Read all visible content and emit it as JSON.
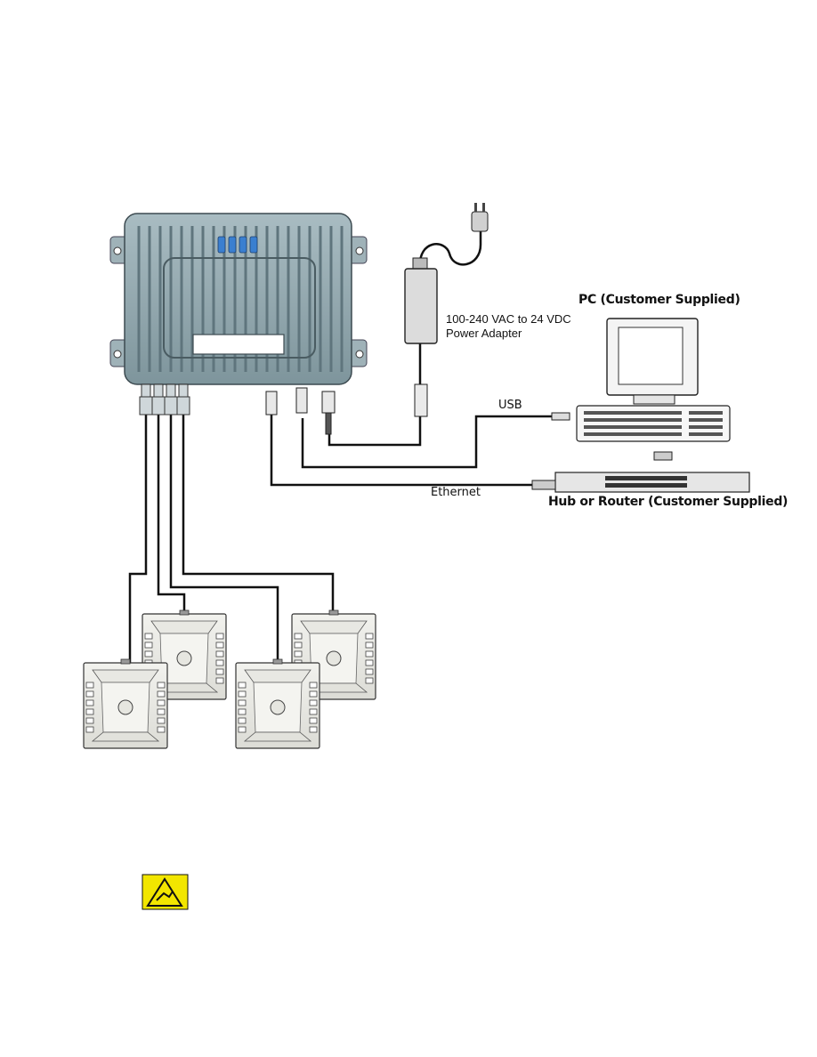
{
  "labels": {
    "power_adapter_line1": "100-240 VAC to 24 VDC",
    "power_adapter_line2": "Power Adapter",
    "pc": "PC (Customer Supplied)",
    "usb": "USB",
    "ethernet": "Ethernet",
    "hub_router": "Hub or Router (Customer Supplied)"
  },
  "colors": {
    "reader_body": "#8fa5ac",
    "reader_fins": "#6e858d",
    "status_leds": "#3a7fd0",
    "cable": "#111111",
    "warning_sign": "#f2e600"
  },
  "icons": {
    "reader": "rfid-reader-icon",
    "power_adapter": "power-adapter-icon",
    "plug": "ac-plug-icon",
    "pc": "desktop-computer-icon",
    "hub": "network-switch-icon",
    "antenna": "antenna-icon",
    "esd_warning": "esd-warning-icon"
  }
}
